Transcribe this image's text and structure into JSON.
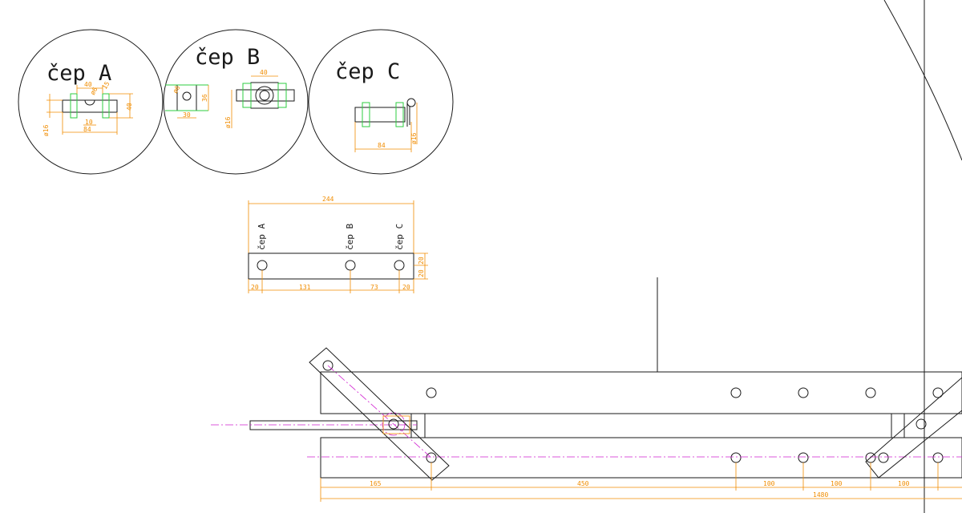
{
  "details": {
    "a": {
      "title": "čep A",
      "dims": [
        "40",
        "ø6",
        "15",
        "ø16",
        "10",
        "84",
        "40"
      ]
    },
    "b": {
      "title": "čep B",
      "dims": [
        "ø6",
        "36",
        "30",
        "ø16",
        "40"
      ]
    },
    "c": {
      "title": "čep C",
      "dims": [
        "ø16",
        "84"
      ]
    }
  },
  "bar": {
    "overall": "244",
    "labels": [
      "čep A",
      "čep B",
      "čep C"
    ],
    "bottom_dims": [
      "20",
      "131",
      "73",
      "20"
    ],
    "side_dims": [
      "20",
      "20"
    ]
  },
  "assembly": {
    "bottom_dims": [
      "165",
      "450",
      "100",
      "100",
      "100"
    ],
    "total": "1480"
  },
  "colors": {
    "outline": "#1a1a1a",
    "dimension": "#f08c00",
    "pin_part": "#2ecc40",
    "center_line": "#d020d0"
  }
}
